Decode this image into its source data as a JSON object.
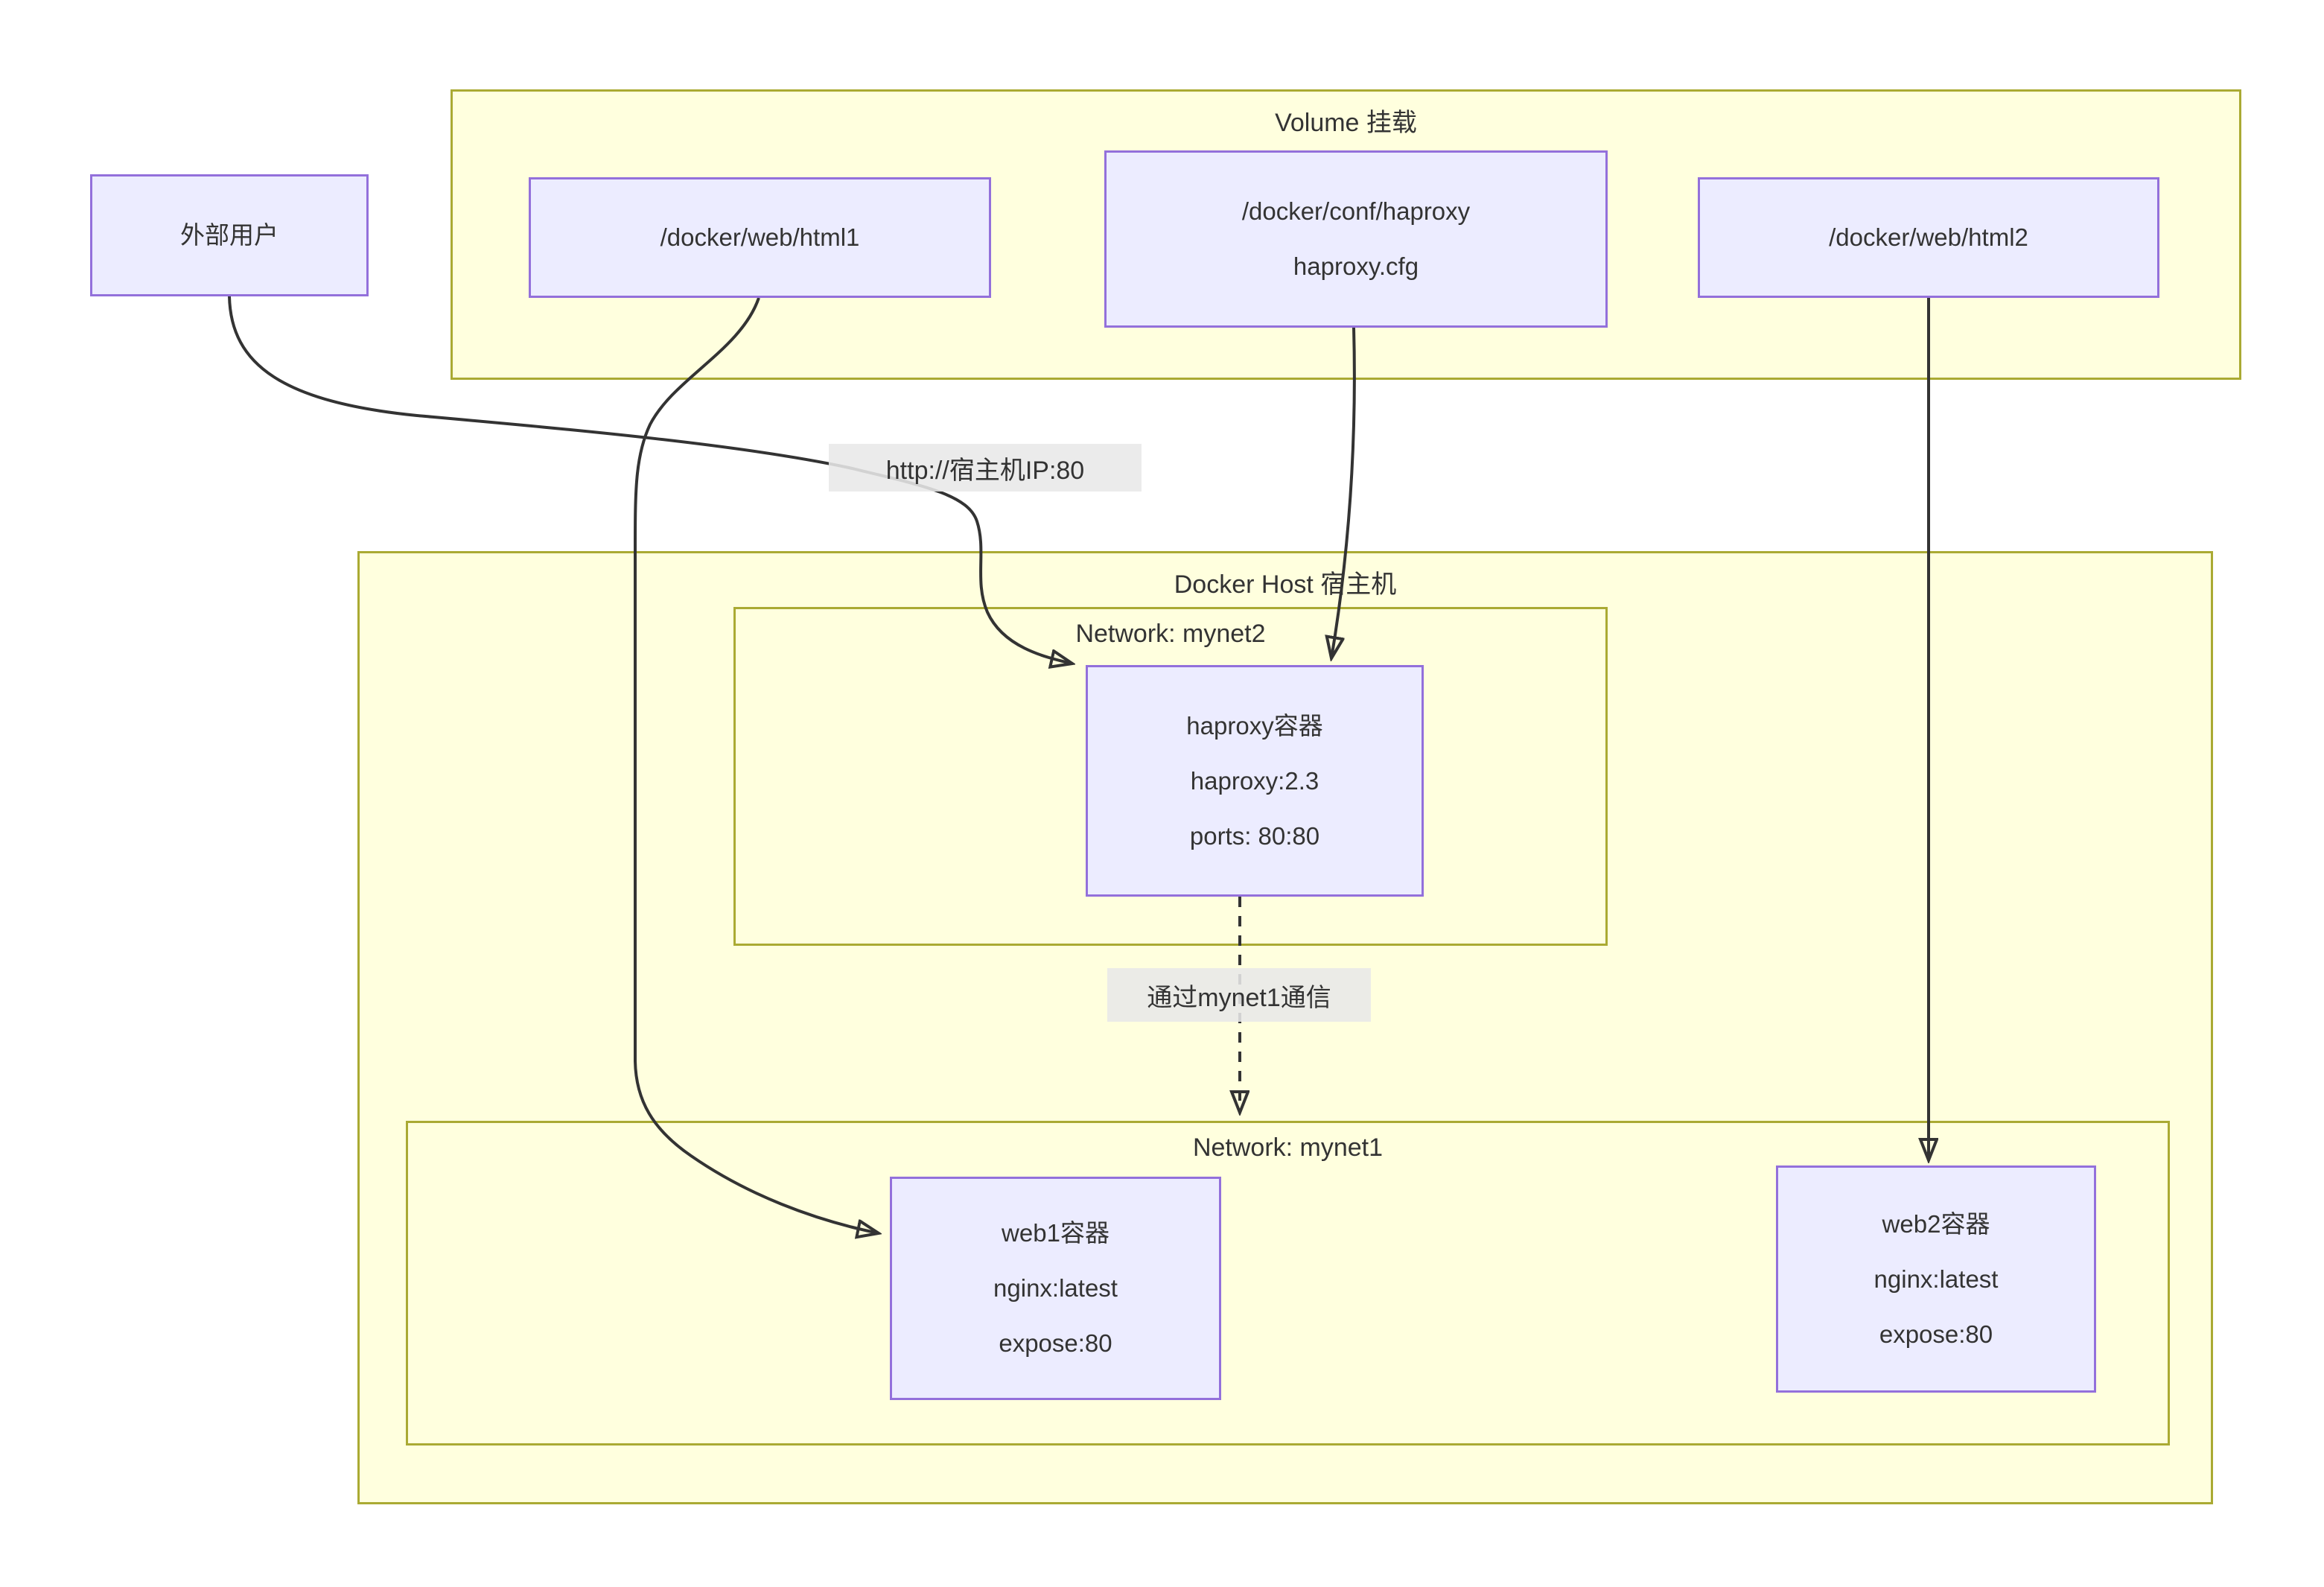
{
  "clusters": {
    "volume": {
      "title": "Volume 挂载"
    },
    "docker_host": {
      "title": "Docker Host 宿主机"
    },
    "mynet2": {
      "title": "Network: mynet2"
    },
    "mynet1": {
      "title": "Network: mynet1"
    }
  },
  "nodes": {
    "external_user": {
      "label": "外部用户"
    },
    "html1": {
      "label": "/docker/web/html1"
    },
    "haproxy_conf": {
      "lines": [
        "/docker/conf/haproxy",
        "haproxy.cfg"
      ]
    },
    "html2": {
      "label": "/docker/web/html2"
    },
    "haproxy": {
      "lines": [
        "haproxy容器",
        "haproxy:2.3",
        "ports: 80:80"
      ]
    },
    "web1": {
      "lines": [
        "web1容器",
        "nginx:latest",
        "expose:80"
      ]
    },
    "web2": {
      "lines": [
        "web2容器",
        "nginx:latest",
        "expose:80"
      ]
    }
  },
  "edge_labels": {
    "http": "http://宿主机IP:80",
    "mynet1_comm": "通过mynet1通信"
  },
  "colors": {
    "node_fill": "#ECECFF",
    "node_border": "#9370DB",
    "cluster_fill": "#FFFFDE",
    "cluster_border": "#AAAA33",
    "edge": "#333333",
    "text": "#333333",
    "edge_label_bg": "#E8E8E8"
  }
}
